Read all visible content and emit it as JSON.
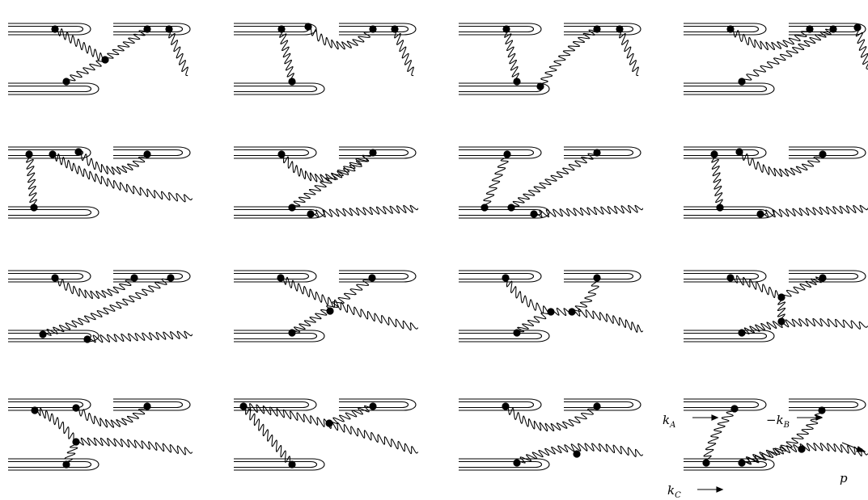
{
  "figure": {
    "rows": 4,
    "cols": 4,
    "line_color": "#000000",
    "background": "#ffffff"
  },
  "labels": {
    "kA": {
      "base": "k",
      "sub": "A"
    },
    "kB": {
      "base": "−k",
      "sub": "B"
    },
    "kC": {
      "base": "k",
      "sub": "C"
    },
    "p": "p"
  }
}
